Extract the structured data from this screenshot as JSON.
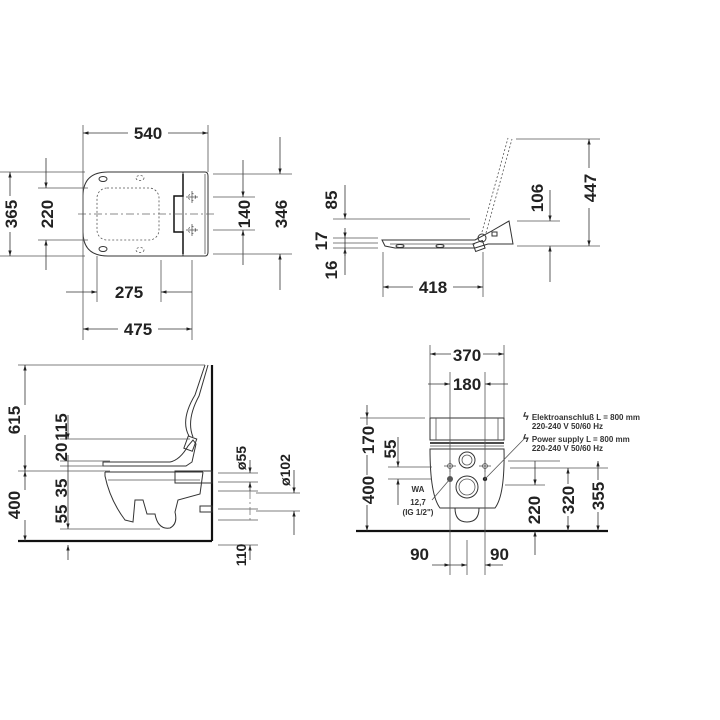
{
  "top_view": {
    "dims": {
      "overall_length": "540",
      "depth_front": "365",
      "seat_opening": "220",
      "fixing_spacing": "140",
      "rear_width": "346",
      "hinge_offset": "275",
      "seat_length": "475"
    }
  },
  "seat_side_view": {
    "dims": {
      "seat_top": "85",
      "seat_thickness": "17",
      "lid_thickness": "16",
      "seat_depth": "418",
      "hinge_height": "106",
      "lid_open_height": "447"
    }
  },
  "toilet_side_view": {
    "dims": {
      "total_height": "615",
      "top_height": "115",
      "seat_gap": "20",
      "rim_height": "400",
      "inlet_offset": "35",
      "outlet_offset": "55",
      "inlet_diameter": "ø55",
      "outlet_diameter": "ø102",
      "floor_offset": "110"
    }
  },
  "front_view": {
    "dims": {
      "overall_width": "370",
      "fixing_width": "180",
      "seat_height": "170",
      "inlet_offset": "55",
      "rim_height": "400",
      "water_height": "220",
      "fixing_height_1": "320",
      "fixing_height_2": "355",
      "left_offset": "90",
      "right_offset": "90"
    },
    "water_connection": {
      "label": "WA",
      "size": "12,7",
      "thread": "(IG 1/2\")"
    },
    "power_notes": [
      {
        "line1": "Elektroanschluß L = 800 mm",
        "line2": "220-240 V  50/60 Hz"
      },
      {
        "line1": "Power supply L = 800 mm",
        "line2": "220-240 V  50/60 Hz"
      }
    ]
  }
}
